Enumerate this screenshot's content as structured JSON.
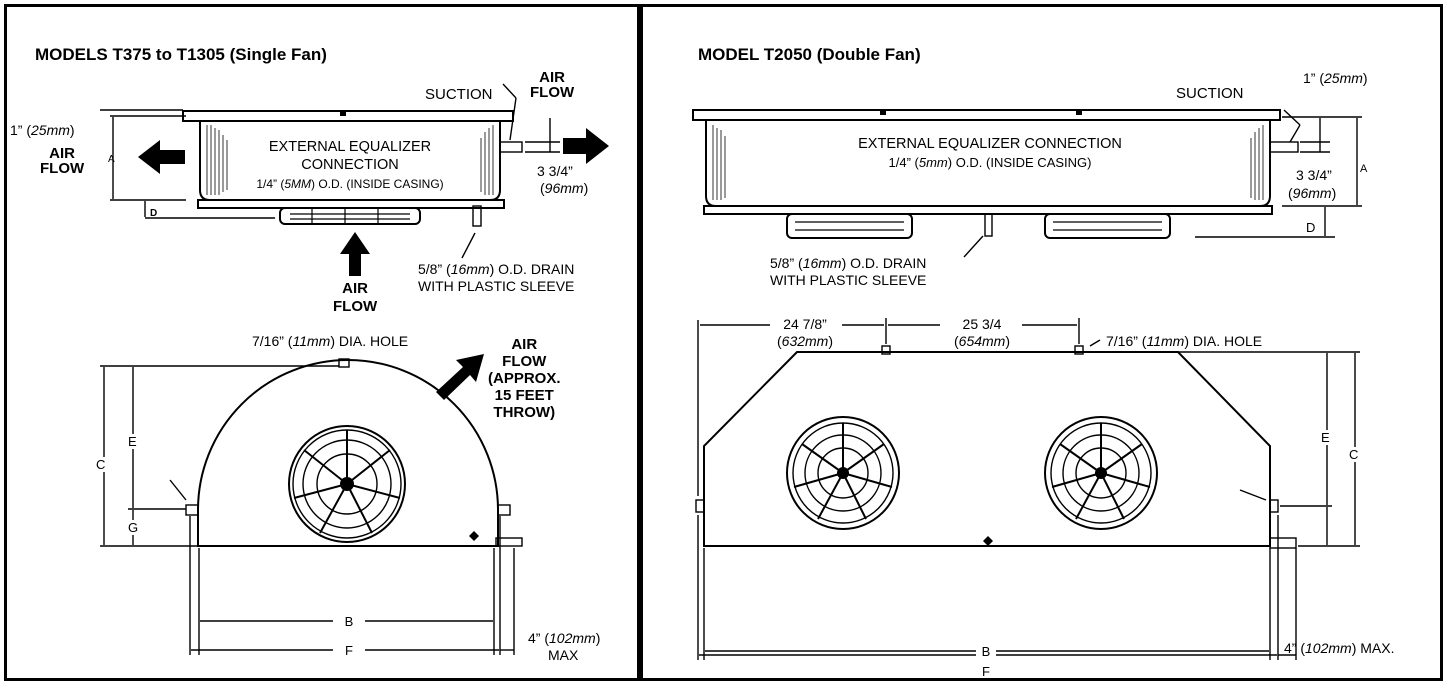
{
  "left": {
    "title": "MODELS T375 to T1305 (Single Fan)",
    "suction": "SUCTION",
    "air_flow_top": "AIR\nFLOW",
    "one_inch_a": "1” (",
    "one_inch_b": "25mm",
    "one_inch_c": ")",
    "air_flow_left": "AIR\nFLOW",
    "label_a": "A",
    "label_d": "D",
    "ext_eq_1": "EXTERNAL EQUALIZER",
    "ext_eq_2": "CONNECTION",
    "ext_eq_3a": "1/4” (",
    "ext_eq_3b": "5MM",
    "ext_eq_3c": ") O.D. (INSIDE CASING)",
    "dim_334": "3 3/4”",
    "dim_96a": "(",
    "dim_96b": "96mm",
    "dim_96c": ")",
    "air_flow_bottom": "AIR\nFLOW",
    "drain_1a": "5/8” (",
    "drain_1b": "16mm",
    "drain_1c": ") O.D. DRAIN",
    "drain_2": "WITH PLASTIC SLEEVE",
    "hole_a": "7/16” (",
    "hole_b": "11mm",
    "hole_c": ") DIA. HOLE",
    "air_flow_throw": "AIR\nFLOW\n(APPROX.\n15 FEET\nTHROW)",
    "label_c": "C",
    "label_e": "E",
    "label_g": "G",
    "label_b": "B",
    "label_f": "F",
    "max_a": "4” (",
    "max_b": "102mm",
    "max_c": ")",
    "max_d": "MAX"
  },
  "right": {
    "title": "MODEL T2050 (Double Fan)",
    "one_inch_a": "1” (",
    "one_inch_b": "25mm",
    "one_inch_c": ")",
    "suction": "SUCTION",
    "ext_eq_1": "EXTERNAL EQUALIZER CONNECTION",
    "ext_eq_2a": "1/4” (",
    "ext_eq_2b": "5mm",
    "ext_eq_2c": ") O.D. (INSIDE CASING)",
    "label_a": "A",
    "dim_334": "3 3/4”",
    "dim_96a": "(",
    "dim_96b": "96mm",
    "dim_96c": ")",
    "label_d": "D",
    "drain_1a": "5/8” (",
    "drain_1b": "16mm",
    "drain_1c": ") O.D. DRAIN",
    "drain_2": "WITH PLASTIC SLEEVE",
    "dim_2478": "24 7/8”",
    "dim_632a": "(",
    "dim_632b": "632mm",
    "dim_632c": ")",
    "dim_2534": "25 3/4",
    "dim_654a": "(",
    "dim_654b": "654mm",
    "dim_654c": ")",
    "hole_a": "7/16” (",
    "hole_b": "11mm",
    "hole_c": ") DIA. HOLE",
    "label_e": "E",
    "label_c": "C",
    "label_b": "B",
    "label_f": "F",
    "max_a": "4” (",
    "max_b": "102mm",
    "max_c": ") MAX."
  }
}
